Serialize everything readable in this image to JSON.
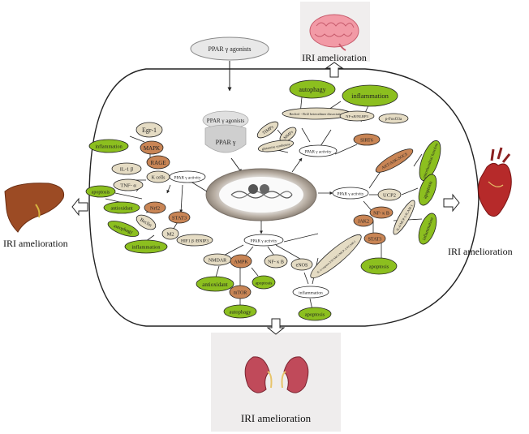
{
  "labels": {
    "agonists_top": "PPAR γ agonists",
    "agonists_inner": "PPAR γ agonists",
    "ppar_receptor": "PPAR γ",
    "iri_brain": "IRI amelioration",
    "iri_liver": "IRI amelioration",
    "iri_heart": "IRI amelioration",
    "iri_kidney": "IRI amelioration",
    "left_branch": {
      "inflammation_top": "inflammation",
      "egr1": "Egr-1",
      "mapk": "MAPK",
      "rage": "RAGE",
      "il1b": "IL-1 β",
      "tnfa": "TNF- α",
      "kc_cells": "K cells",
      "apoptosis": "apoptosis",
      "ppar_activity": "PPAR γ activity",
      "antioxidant": "antioxidant",
      "nrf2": "Nrf2",
      "stat3": "STAT3",
      "autophagy": "autophagy",
      "beclin": "Beclin",
      "m2": "M2",
      "hif1": "HIF1 β /BNIP3",
      "inflammation_bottom": "inflammation"
    },
    "top_branch": {
      "autophagy": "autophagy",
      "inflammation": "inflammation",
      "timps": "TIMPs",
      "beclin_dissoc": "Beclin1 - Bcl2 heterodimer dissociation",
      "mmps": "MMPs",
      "nfkb_nlrp3": "NF-κB/NLRP3",
      "pfoxo3a": "p-FoxO3a",
      "glutamine": "glutamine synthetase",
      "ppar_activity": "PPAR γ activity",
      "sirt6": "SIRT6"
    },
    "right_branch": {
      "ppar_activity": "PPAR γ activity",
      "akt": "AKT/ASK-SOCS",
      "ucp2": "UCP2",
      "nfkb": "NF- κ B",
      "jak2": "JAK2",
      "stat3": "STAT3",
      "mito": "mitochondrial function",
      "apoptosis1": "apoptosis",
      "ic50": "IL-6/MCP-1/ICAM-1",
      "inflammation": "inflammation",
      "apoptosis2": "apoptosis"
    },
    "bottom_branch": {
      "ppar_activity": "PPAR γ activity",
      "nmdar": "NMDAR",
      "ampk": "AMPK",
      "nfkb": "NF- κ B",
      "enos": "eNOS",
      "edema": "IL-1/caspase-3/ICAM-1/MCP-1/VCAM-1",
      "antioxidant": "antioxidant",
      "mtor": "mTOR",
      "apoptosis1": "apoptosis",
      "inflammation": "inflammation",
      "autophagy": "autophagy",
      "apoptosis2": "apoptosis"
    }
  },
  "colors": {
    "green": "#8cbf1f",
    "brown": "#c98555",
    "beige": "#e5dcc4",
    "grey": "#d9d9d9",
    "outline": "#222222"
  },
  "icons": [
    "brain-icon",
    "liver-icon",
    "heart-icon",
    "kidney-icon",
    "dna-nucleus-icon"
  ]
}
